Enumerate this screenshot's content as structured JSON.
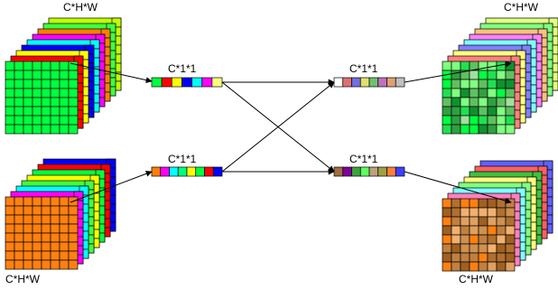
{
  "labels": {
    "input_top": "C*H*W",
    "input_bottom": "C*H*W",
    "output_top": "C*H*W",
    "output_bottom": "C*H*W",
    "vec_top_left": "C*1*1",
    "vec_bottom_left": "C*1*1",
    "vec_top_right": "C*1*1",
    "vec_bottom_right": "C*1*1"
  },
  "colors": {
    "green": "#00ff40",
    "orange": "#ff8010",
    "layer_colors": [
      "#00ff40",
      "#ff0000",
      "#ffff00",
      "#0000ff",
      "#00ffff",
      "#ff00ff",
      "#ff8000",
      "#40ff40",
      "#c0ff00"
    ],
    "vec_top_left": [
      "#00ff40",
      "#ff0000",
      "#ffff00",
      "#0000ff",
      "#00ffff",
      "#ff00ff",
      "#ffff80"
    ],
    "vec_bottom_left": [
      "#ff8000",
      "#ff00ff",
      "#00ffff",
      "#00ff80",
      "#ffff00",
      "#00ff40",
      "#ff0000",
      "#0000ff"
    ],
    "vec_top_right": [
      "#ffffff",
      "#e07070",
      "#7070e0",
      "#e0e070",
      "#70c070",
      "#c070c0",
      "#e0a070",
      "#c0c0c0"
    ],
    "vec_bottom_right": [
      "#a07040",
      "#8000a0",
      "#40a040",
      "#60ff60",
      "#c0a080",
      "#a0a040",
      "#ff8040",
      "#4040ff"
    ]
  }
}
